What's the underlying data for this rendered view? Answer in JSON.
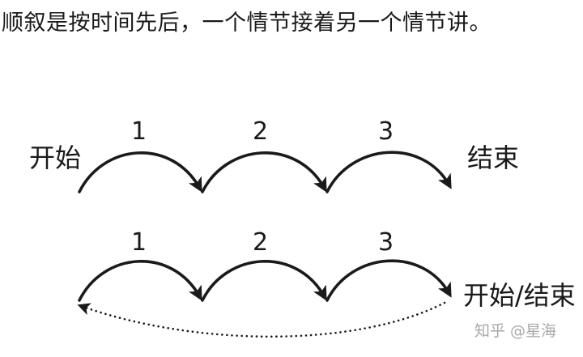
{
  "headline": "顺叙是按时间先后，一个情节接着另一个情节讲。",
  "row1": {
    "start_label": "开始",
    "end_label": "结束",
    "steps": [
      "1",
      "2",
      "3"
    ]
  },
  "row2": {
    "end_label": "开始/结束",
    "steps": [
      "1",
      "2",
      "3"
    ]
  },
  "watermark": "知乎 @星海",
  "colors": {
    "ink": "#1a1a1a",
    "watermark": "#a8a8a8",
    "background": "#ffffff"
  }
}
